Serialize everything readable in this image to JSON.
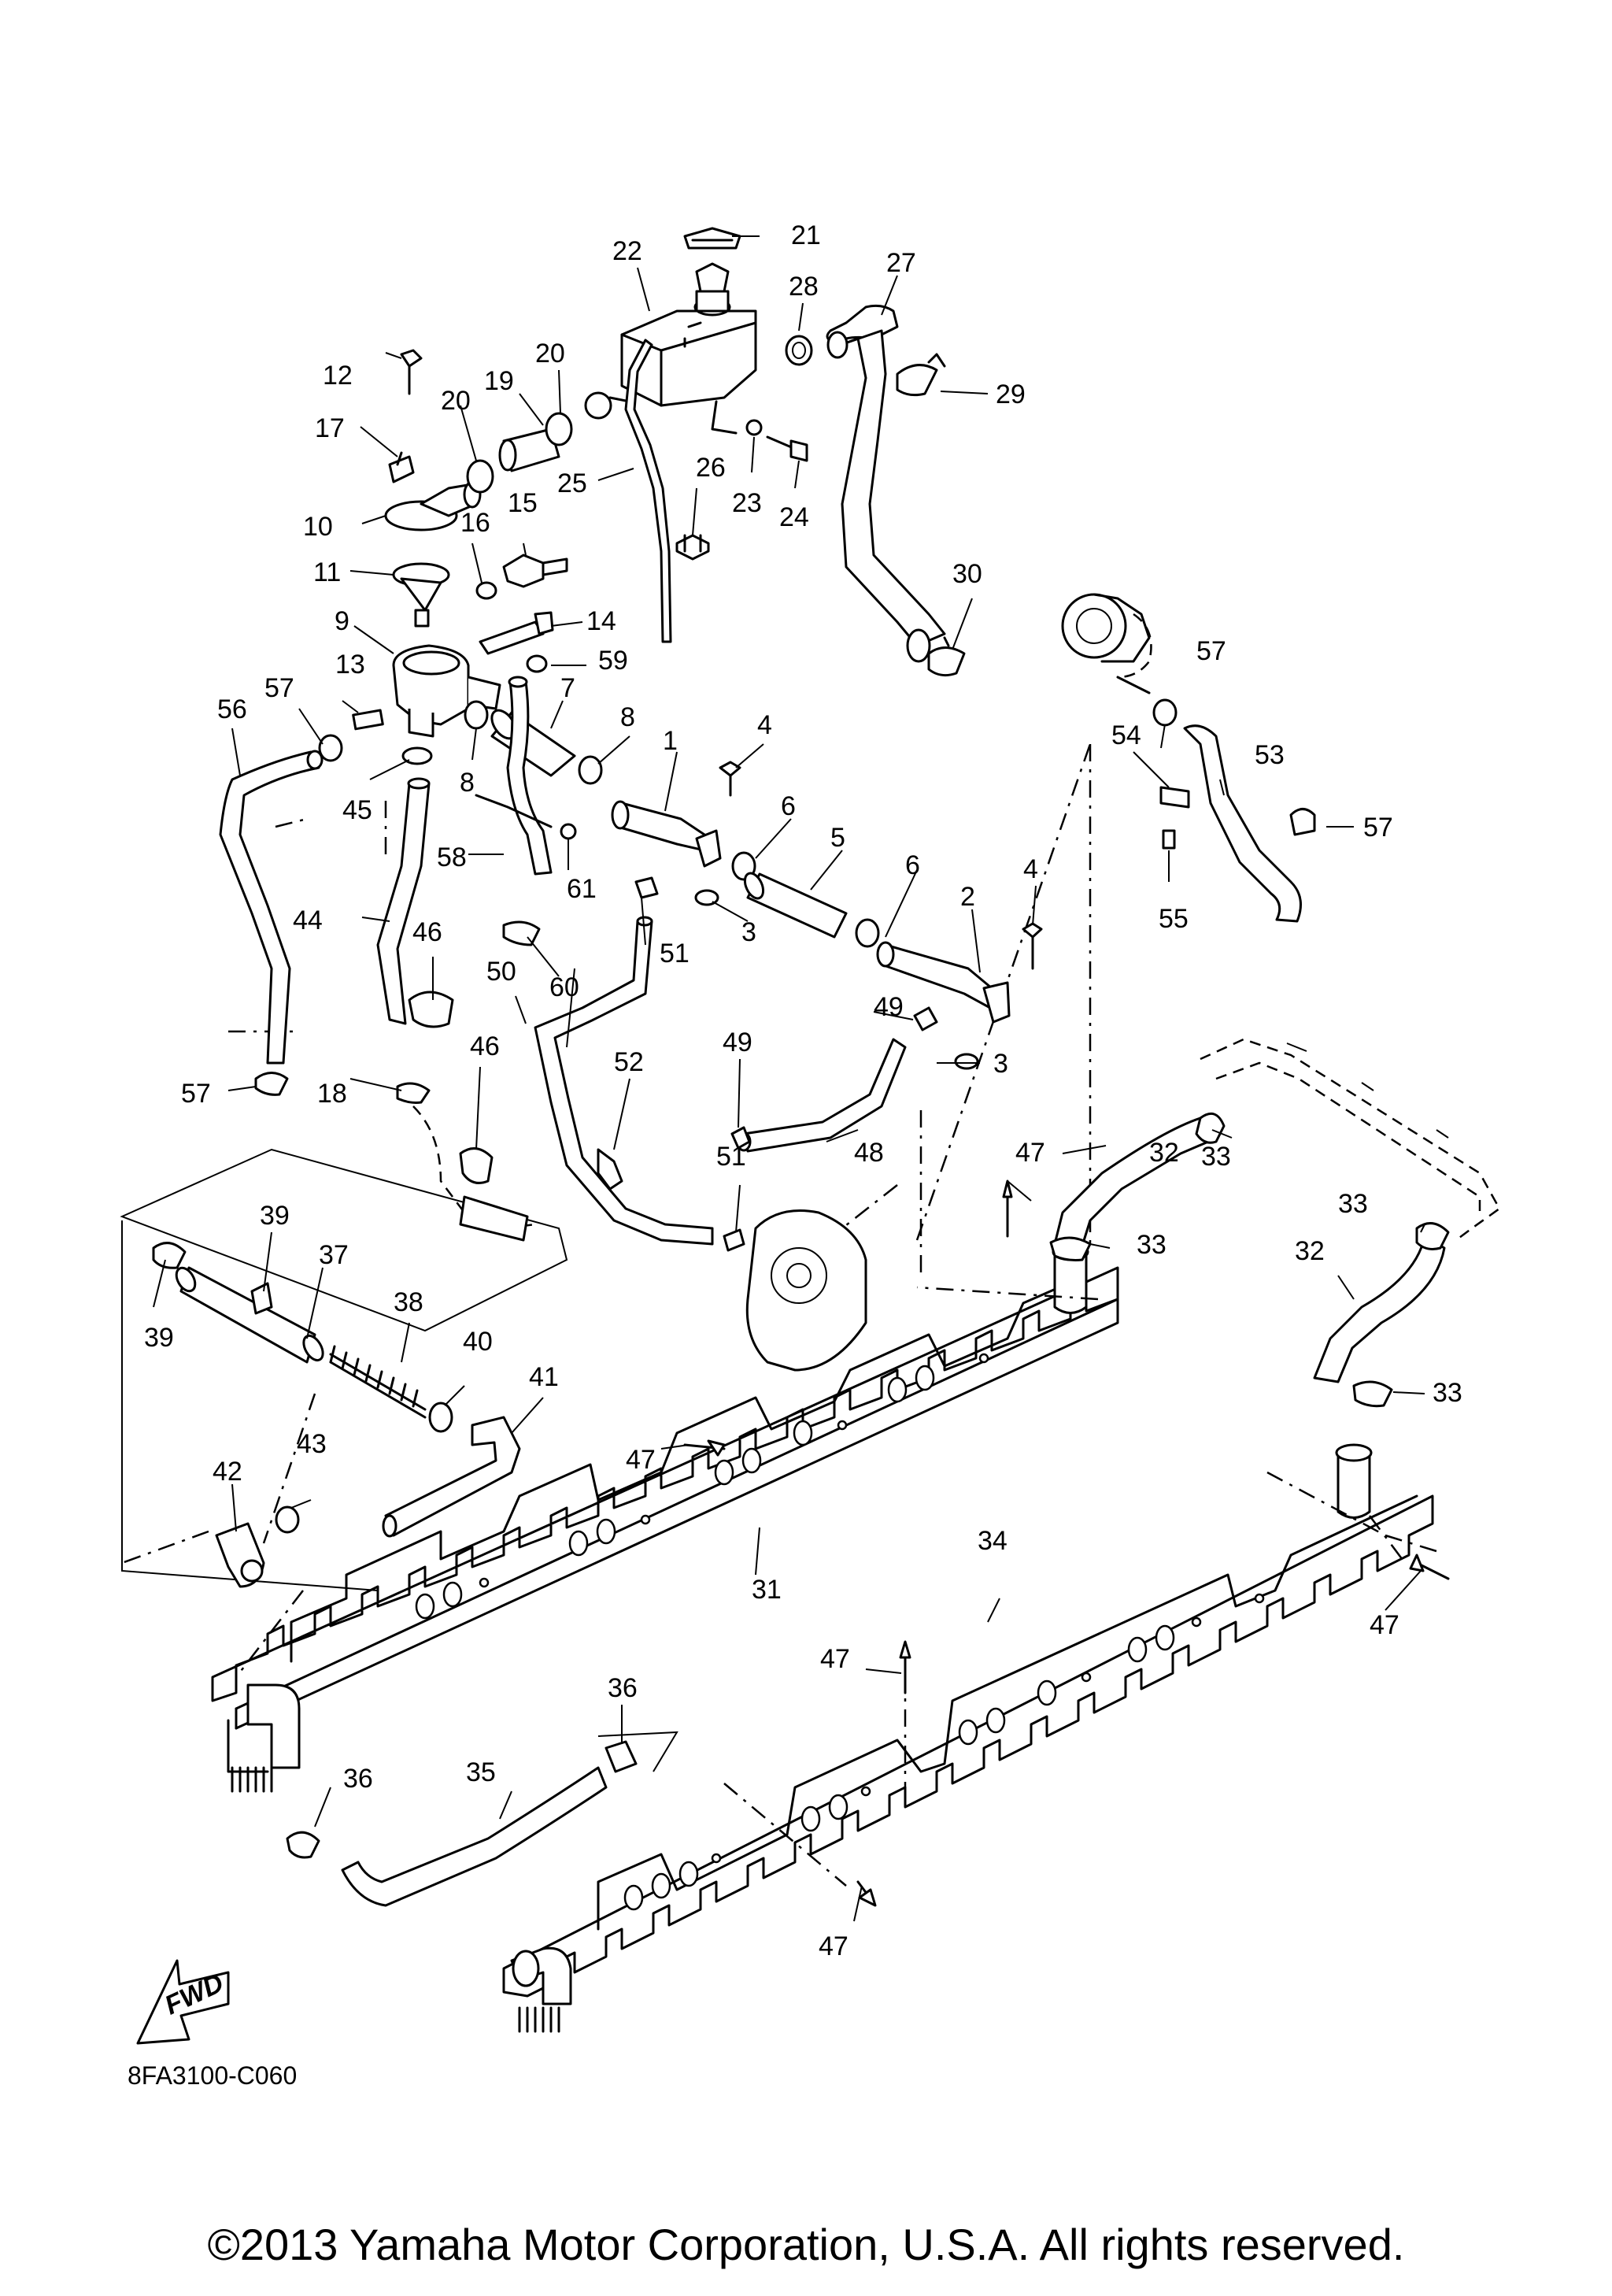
{
  "callouts": [
    {
      "id": "c1",
      "text": "1"
    },
    {
      "id": "c2",
      "text": "2"
    },
    {
      "id": "c3a",
      "text": "3"
    },
    {
      "id": "c3b",
      "text": "3"
    },
    {
      "id": "c4a",
      "text": "4"
    },
    {
      "id": "c4b",
      "text": "4"
    },
    {
      "id": "c5",
      "text": "5"
    },
    {
      "id": "c6a",
      "text": "6"
    },
    {
      "id": "c6b",
      "text": "6"
    },
    {
      "id": "c7",
      "text": "7"
    },
    {
      "id": "c8a",
      "text": "8"
    },
    {
      "id": "c8b",
      "text": "8"
    },
    {
      "id": "c9",
      "text": "9"
    },
    {
      "id": "c10",
      "text": "10"
    },
    {
      "id": "c11",
      "text": "11"
    },
    {
      "id": "c12",
      "text": "12"
    },
    {
      "id": "c13",
      "text": "13"
    },
    {
      "id": "c14",
      "text": "14"
    },
    {
      "id": "c15",
      "text": "15"
    },
    {
      "id": "c16",
      "text": "16"
    },
    {
      "id": "c17",
      "text": "17"
    },
    {
      "id": "c18",
      "text": "18"
    },
    {
      "id": "c19",
      "text": "19"
    },
    {
      "id": "c20a",
      "text": "20"
    },
    {
      "id": "c20b",
      "text": "20"
    },
    {
      "id": "c21",
      "text": "21"
    },
    {
      "id": "c22",
      "text": "22"
    },
    {
      "id": "c23",
      "text": "23"
    },
    {
      "id": "c24",
      "text": "24"
    },
    {
      "id": "c25",
      "text": "25"
    },
    {
      "id": "c26",
      "text": "26"
    },
    {
      "id": "c27",
      "text": "27"
    },
    {
      "id": "c28",
      "text": "28"
    },
    {
      "id": "c29",
      "text": "29"
    },
    {
      "id": "c30",
      "text": "30"
    },
    {
      "id": "c31",
      "text": "31"
    },
    {
      "id": "c32a",
      "text": "32"
    },
    {
      "id": "c32b",
      "text": "32"
    },
    {
      "id": "c33a",
      "text": "33"
    },
    {
      "id": "c33b",
      "text": "33"
    },
    {
      "id": "c33c",
      "text": "33"
    },
    {
      "id": "c33d",
      "text": "33"
    },
    {
      "id": "c34",
      "text": "34"
    },
    {
      "id": "c35",
      "text": "35"
    },
    {
      "id": "c36a",
      "text": "36"
    },
    {
      "id": "c36b",
      "text": "36"
    },
    {
      "id": "c37",
      "text": "37"
    },
    {
      "id": "c38",
      "text": "38"
    },
    {
      "id": "c39a",
      "text": "39"
    },
    {
      "id": "c39b",
      "text": "39"
    },
    {
      "id": "c40",
      "text": "40"
    },
    {
      "id": "c41",
      "text": "41"
    },
    {
      "id": "c42",
      "text": "42"
    },
    {
      "id": "c43",
      "text": "43"
    },
    {
      "id": "c44",
      "text": "44"
    },
    {
      "id": "c45",
      "text": "45"
    },
    {
      "id": "c46a",
      "text": "46"
    },
    {
      "id": "c46b",
      "text": "46"
    },
    {
      "id": "c47a",
      "text": "47"
    },
    {
      "id": "c47b",
      "text": "47"
    },
    {
      "id": "c47c",
      "text": "47"
    },
    {
      "id": "c47d",
      "text": "47"
    },
    {
      "id": "c47e",
      "text": "47"
    },
    {
      "id": "c48",
      "text": "48"
    },
    {
      "id": "c49a",
      "text": "49"
    },
    {
      "id": "c49b",
      "text": "49"
    },
    {
      "id": "c50",
      "text": "50"
    },
    {
      "id": "c51a",
      "text": "51"
    },
    {
      "id": "c51b",
      "text": "51"
    },
    {
      "id": "c52",
      "text": "52"
    },
    {
      "id": "c53",
      "text": "53"
    },
    {
      "id": "c54",
      "text": "54"
    },
    {
      "id": "c55",
      "text": "55"
    },
    {
      "id": "c56",
      "text": "56"
    },
    {
      "id": "c57a",
      "text": "57"
    },
    {
      "id": "c57b",
      "text": "57"
    },
    {
      "id": "c57c",
      "text": "57"
    },
    {
      "id": "c57d",
      "text": "57"
    },
    {
      "id": "c58",
      "text": "58"
    },
    {
      "id": "c59",
      "text": "59"
    },
    {
      "id": "c60",
      "text": "60"
    },
    {
      "id": "c61",
      "text": "61"
    }
  ],
  "fwd_label": "FWD",
  "diagram_code": "8FA3100-C060",
  "copyright": "©2013 Yamaha Motor Corporation, U.S.A. All rights reserved."
}
